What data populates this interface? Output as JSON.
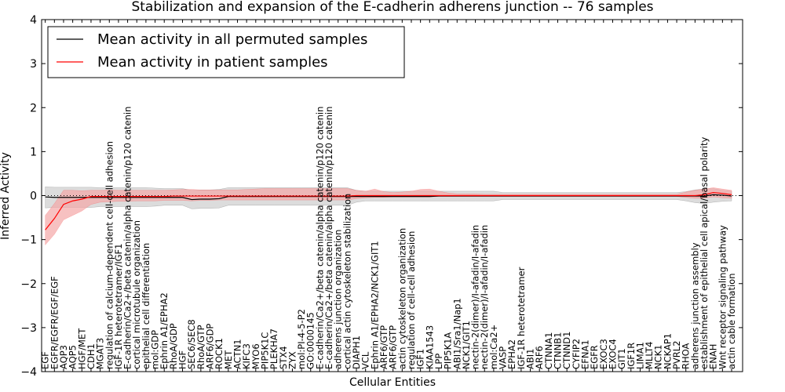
{
  "chart_data": {
    "type": "line",
    "title": "Stabilization and expansion of the E-cadherin adherens junction -- 76 samples",
    "xlabel": "Cellular Entities",
    "ylabel": "Inferred Activity",
    "ylim": [
      -4,
      4
    ],
    "yticks": [
      -4,
      -3,
      -2,
      -1,
      0,
      1,
      2,
      3,
      4
    ],
    "legend_position": "upper-left",
    "grid": false,
    "reference_line": 0,
    "categories": [
      "EGF",
      "EGFR/EGFR/EGF/EGF",
      "AQP3",
      "AQP5",
      "HGF/MET",
      "CDH1",
      "MGAT3",
      "regulation of calcium-dependent cell-cell adhesion",
      "IGF-1R heterotetramer/IGF1",
      "E-cadherin/Ca2+/beta catenin/alpha catenin/p120 catenin",
      "cortical microtubule organization",
      "epithelial cell differentiation",
      "mol:GDP",
      "Ephrin A1/EPHA2",
      "RhoA/GDP",
      "HGF",
      "SEC6/SEC8",
      "RhoA/GTP",
      "ARF6/GDP",
      "ROCK1",
      "MET",
      "ACTN1",
      "KIFC3",
      "MYO6",
      "PIP5K1C",
      "PLEKHA7",
      "STX4",
      "ZYX",
      "mol:PI-4-5-P2",
      "GO:0000145",
      "E-cadherin/Ca2+/beta catenin/alpha catenin/p120 catenin",
      "E-cadherin/Ca2+/beta catenin/alpha catenin/p120 catenin",
      "adherens junction organization",
      "cortical actin cytoskeleton stabilization",
      "DIAPH1",
      "VCL",
      "Ephrin A1/EPHA2/NCK1/GIT1",
      "ARF6/GTP",
      "ARF6/GTP",
      "actin cytoskeleton organization",
      "regulation of cell-cell adhesion",
      "IGF1",
      "KIAA1543",
      "LPP",
      "PIP5K1A",
      "ABI1/Sra1/Nap1",
      "NCK1/GIT1",
      "nectin-2(dimer)/I-afadin/I-afadin",
      "nectin-2(dimer)/I-afadin/I-afadin",
      "mol:Ca2+",
      "VASP",
      "EPHA2",
      "IGF-1R heterotetramer",
      "ABI1",
      "ARF6",
      "CTNNA1",
      "CTNNB1",
      "CTNND1",
      "CYFIP2",
      "EFNA1",
      "EGFR",
      "EXOC3",
      "EXOC4",
      "GIT1",
      "IGF1R",
      "LIMA1",
      "MLLT4",
      "NCK1",
      "NCKAP1",
      "PVRL2",
      "RHOA",
      "adherens junction assembly",
      "establishment of epithelial cell apical/basal polarity",
      "ENAH",
      "Wnt receptor signaling pathway",
      "actin cable formation"
    ],
    "series": [
      {
        "name": "Mean activity in all permuted samples",
        "color": "#000000",
        "band_color": "#bfbfbf",
        "values": [
          -0.03,
          -0.04,
          -0.04,
          -0.04,
          -0.04,
          -0.04,
          -0.04,
          -0.04,
          -0.04,
          -0.04,
          -0.04,
          -0.04,
          -0.04,
          -0.04,
          -0.04,
          -0.04,
          -0.09,
          -0.08,
          -0.08,
          -0.07,
          -0.02,
          -0.02,
          -0.02,
          -0.02,
          -0.02,
          -0.02,
          -0.02,
          -0.02,
          -0.02,
          -0.02,
          -0.02,
          -0.02,
          -0.02,
          -0.02,
          -0.02,
          -0.02,
          -0.02,
          -0.02,
          -0.02,
          -0.02,
          -0.02,
          -0.02,
          -0.02,
          -0.01,
          -0.01,
          -0.01,
          -0.01,
          -0.01,
          -0.01,
          -0.01,
          -0.01,
          -0.01,
          -0.01,
          -0.01,
          -0.01,
          -0.01,
          -0.01,
          -0.01,
          -0.01,
          -0.01,
          -0.01,
          -0.01,
          -0.01,
          -0.01,
          -0.01,
          -0.01,
          -0.01,
          -0.01,
          -0.01,
          -0.01,
          -0.01,
          -0.01,
          -0.01,
          0.02,
          0.01,
          -0.01
        ],
        "lower": [
          -0.28,
          -0.27,
          -0.27,
          -0.27,
          -0.27,
          -0.27,
          -0.25,
          -0.25,
          -0.25,
          -0.25,
          -0.25,
          -0.25,
          -0.24,
          -0.22,
          -0.22,
          -0.22,
          -0.3,
          -0.29,
          -0.29,
          -0.28,
          -0.22,
          -0.22,
          -0.22,
          -0.22,
          -0.22,
          -0.22,
          -0.22,
          -0.22,
          -0.22,
          -0.22,
          -0.22,
          -0.22,
          -0.22,
          -0.22,
          -0.15,
          -0.12,
          -0.12,
          -0.12,
          -0.12,
          -0.12,
          -0.12,
          -0.12,
          -0.12,
          -0.12,
          -0.12,
          -0.12,
          -0.12,
          -0.12,
          -0.12,
          -0.12,
          -0.09,
          -0.09,
          -0.09,
          -0.09,
          -0.09,
          -0.09,
          -0.09,
          -0.09,
          -0.09,
          -0.09,
          -0.09,
          -0.09,
          -0.09,
          -0.09,
          -0.09,
          -0.09,
          -0.09,
          -0.09,
          -0.09,
          -0.09,
          -0.12,
          -0.16,
          -0.18,
          -0.15,
          -0.13,
          -0.12
        ],
        "upper": [
          0.2,
          0.19,
          0.19,
          0.19,
          0.19,
          0.19,
          0.18,
          0.18,
          0.18,
          0.18,
          0.18,
          0.18,
          0.17,
          0.16,
          0.16,
          0.16,
          0.12,
          0.13,
          0.13,
          0.14,
          0.18,
          0.18,
          0.18,
          0.18,
          0.18,
          0.18,
          0.18,
          0.18,
          0.18,
          0.18,
          0.18,
          0.18,
          0.18,
          0.18,
          0.12,
          0.1,
          0.1,
          0.1,
          0.1,
          0.1,
          0.1,
          0.1,
          0.1,
          0.1,
          0.1,
          0.1,
          0.1,
          0.1,
          0.1,
          0.1,
          0.07,
          0.07,
          0.07,
          0.07,
          0.07,
          0.07,
          0.07,
          0.07,
          0.07,
          0.07,
          0.07,
          0.07,
          0.07,
          0.07,
          0.07,
          0.07,
          0.07,
          0.07,
          0.07,
          0.07,
          0.09,
          0.13,
          0.15,
          0.16,
          0.12,
          0.1
        ]
      },
      {
        "name": "Mean activity in patient samples",
        "color": "#ff0000",
        "band_color": "#f4a7a7",
        "values": [
          -0.78,
          -0.52,
          -0.2,
          -0.12,
          -0.08,
          -0.02,
          -0.02,
          -0.02,
          -0.02,
          -0.02,
          -0.02,
          -0.02,
          -0.02,
          -0.02,
          -0.01,
          -0.01,
          -0.01,
          -0.01,
          -0.01,
          -0.01,
          -0.01,
          -0.01,
          -0.01,
          -0.01,
          -0.01,
          -0.01,
          -0.01,
          -0.01,
          -0.01,
          -0.01,
          -0.01,
          -0.01,
          -0.01,
          -0.01,
          0.0,
          0.0,
          0.0,
          0.0,
          0.0,
          0.0,
          0.0,
          0.0,
          0.0,
          0.0,
          0.0,
          0.0,
          0.0,
          0.0,
          0.0,
          0.0,
          0.0,
          0.0,
          0.0,
          0.0,
          0.0,
          0.0,
          0.0,
          0.0,
          0.0,
          0.0,
          0.0,
          0.0,
          0.0,
          0.0,
          0.0,
          0.0,
          0.0,
          0.0,
          0.0,
          0.0,
          0.0,
          0.0,
          0.02,
          0.07,
          0.05,
          0.02
        ],
        "lower": [
          -1.12,
          -0.88,
          -0.55,
          -0.45,
          -0.35,
          -0.2,
          -0.15,
          -0.14,
          -0.13,
          -0.13,
          -0.12,
          -0.12,
          -0.12,
          -0.11,
          -0.11,
          -0.11,
          -0.12,
          -0.11,
          -0.11,
          -0.1,
          -0.1,
          -0.1,
          -0.1,
          -0.1,
          -0.1,
          -0.1,
          -0.1,
          -0.1,
          -0.1,
          -0.1,
          -0.1,
          -0.1,
          -0.1,
          -0.1,
          -0.07,
          -0.05,
          -0.04,
          -0.04,
          -0.03,
          -0.03,
          -0.03,
          -0.03,
          -0.03,
          -0.02,
          -0.02,
          -0.02,
          -0.02,
          -0.02,
          -0.02,
          -0.02,
          -0.02,
          -0.02,
          -0.02,
          -0.02,
          -0.02,
          -0.02,
          -0.02,
          -0.02,
          -0.02,
          -0.02,
          -0.02,
          -0.02,
          -0.02,
          -0.02,
          -0.02,
          -0.02,
          -0.02,
          -0.02,
          -0.02,
          -0.02,
          -0.04,
          -0.06,
          -0.06,
          -0.03,
          -0.05,
          -0.06
        ],
        "upper": [
          -0.45,
          -0.18,
          0.12,
          0.12,
          0.11,
          0.12,
          0.12,
          0.13,
          0.12,
          0.12,
          0.12,
          0.12,
          0.12,
          0.12,
          0.13,
          0.14,
          0.14,
          0.13,
          0.13,
          0.13,
          0.13,
          0.13,
          0.14,
          0.15,
          0.16,
          0.16,
          0.16,
          0.16,
          0.16,
          0.16,
          0.16,
          0.16,
          0.16,
          0.16,
          0.12,
          0.1,
          0.15,
          0.09,
          0.07,
          0.08,
          0.1,
          0.14,
          0.15,
          0.1,
          0.06,
          0.04,
          0.04,
          0.04,
          0.03,
          0.03,
          0.03,
          0.03,
          0.03,
          0.03,
          0.03,
          0.03,
          0.03,
          0.03,
          0.03,
          0.03,
          0.03,
          0.03,
          0.03,
          0.03,
          0.03,
          0.03,
          0.03,
          0.03,
          0.03,
          0.03,
          0.08,
          0.12,
          0.15,
          0.18,
          0.15,
          0.12
        ]
      }
    ]
  }
}
